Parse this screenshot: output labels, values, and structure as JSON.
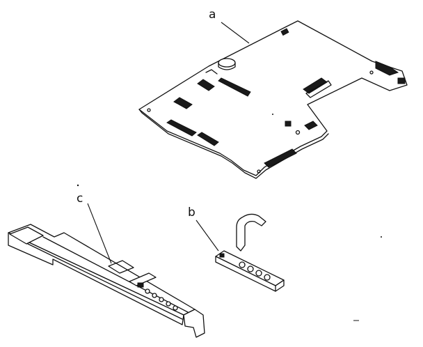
{
  "labels": {
    "a": "a",
    "b": "b",
    "c": "c"
  },
  "colors": {
    "ink": "#111111",
    "paper": "#ffffff"
  }
}
